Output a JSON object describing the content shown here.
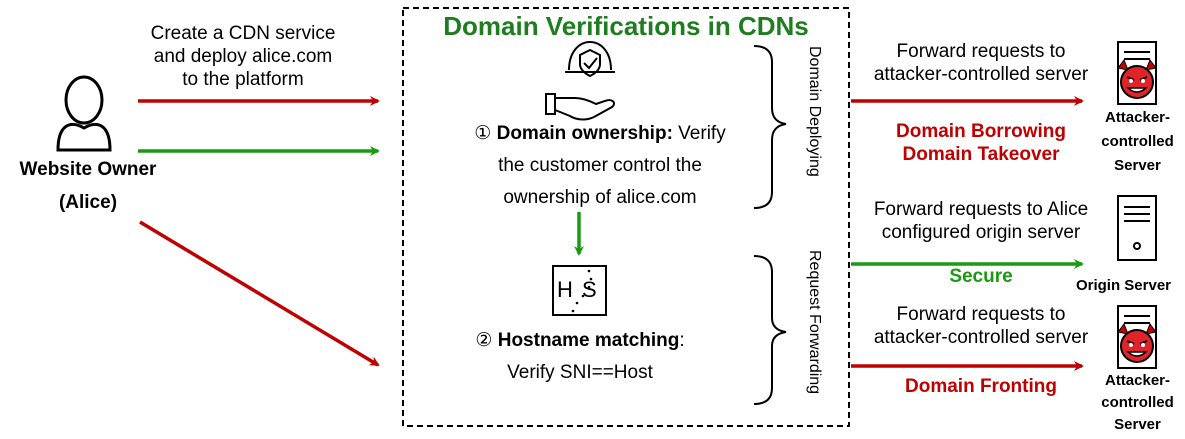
{
  "owner": {
    "label_line1": "Website Owner",
    "label_line2": "(Alice)",
    "create_line1": "Create a CDN service",
    "create_line2": "and deploy alice.com",
    "create_line3": "to the platform"
  },
  "cdn": {
    "title": "Domain Verifications in CDNs",
    "ownership_num": "①",
    "ownership_bold": "Domain ownership:",
    "ownership_rest1": " Verify",
    "ownership_line2": "the customer control the",
    "ownership_line3": "ownership of alice.com",
    "hs_left": "H",
    "hs_right": "S",
    "hostname_num": "②",
    "hostname_bold": "Hostname matching",
    "hostname_colon": ":",
    "hostname_line2": "Verify SNI==Host",
    "phase_deploying": "Domain Deploying",
    "phase_forwarding": "Request Forwarding"
  },
  "right": {
    "top_fwd1": "Forward requests to",
    "top_fwd2": "attacker-controlled server",
    "borrowing": "Domain Borrowing",
    "takeover": "Domain Takeover",
    "mid_fwd1": "Forward requests to Alice",
    "mid_fwd2": "configured origin server",
    "secure": "Secure",
    "bot_fwd1": "Forward requests to",
    "bot_fwd2": "attacker-controlled server",
    "fronting": "Domain Fronting"
  },
  "servers": {
    "attacker_top": [
      "Attacker-",
      "controlled",
      "Server"
    ],
    "origin": "Origin Server",
    "attacker_bottom": [
      "Attacker-",
      "controlled",
      "Server"
    ]
  },
  "colors": {
    "red": "#c00000",
    "green": "#1a9a12",
    "title_green": "#1e7d1e"
  }
}
